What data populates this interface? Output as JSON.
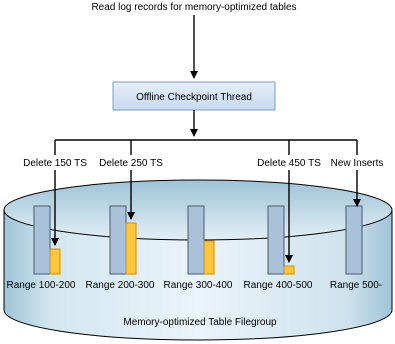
{
  "header": {
    "text": "Read log records for memory-optimized tables"
  },
  "thread_box": {
    "label": "Offline Checkpoint Thread"
  },
  "branches": [
    {
      "label": "Delete 150 TS"
    },
    {
      "label": "Delete 250 TS"
    },
    {
      "label": "Delete 450 TS"
    },
    {
      "label": "New Inserts"
    }
  ],
  "ranges": [
    {
      "label": "Range 100-200"
    },
    {
      "label": "Range 200-300"
    },
    {
      "label": "Range 300-400"
    },
    {
      "label": "Range 400-500"
    },
    {
      "label": "Range 500-"
    }
  ],
  "filegroup": {
    "label": "Memory-optimized Table Filegroup"
  },
  "colors": {
    "cylinder_light": "#e9f3f8",
    "cylinder_mid": "#b9d6e6",
    "cylinder_dark": "#8fb5cc",
    "data_file": "#a9c1d9",
    "data_file_stroke": "#4b5b6b",
    "delta_file": "#fcc63d",
    "delta_file_stroke": "#d98c00",
    "thread_box_fill": "#cfe0f3",
    "thread_box_stroke": "#7a9cc8"
  }
}
